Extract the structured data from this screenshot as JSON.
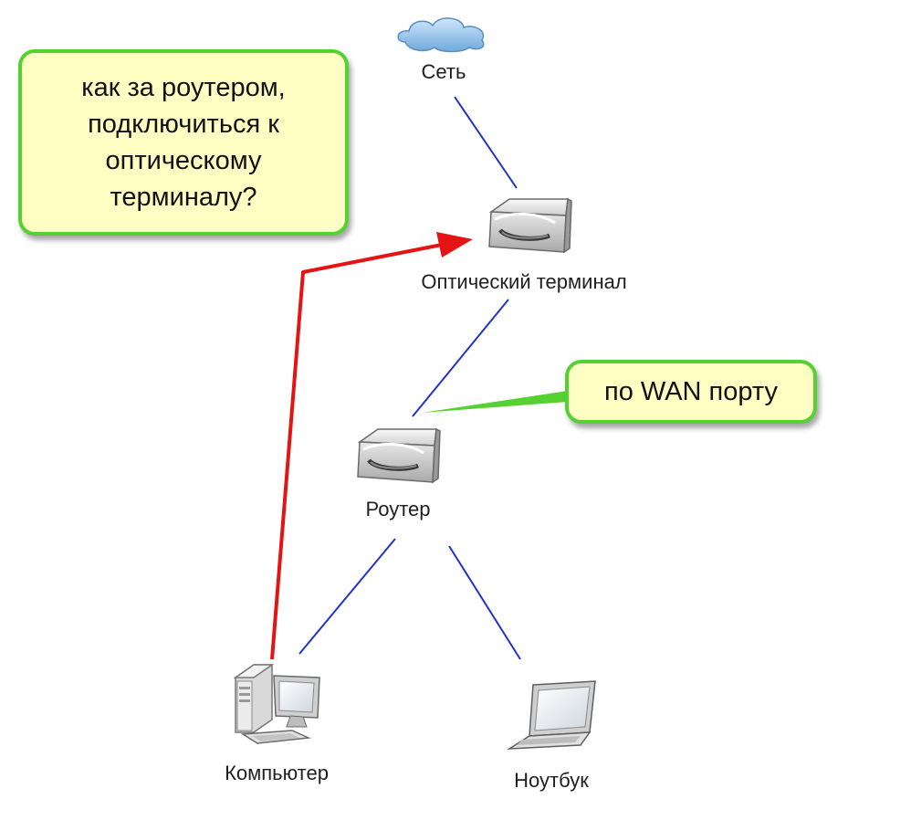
{
  "nodes": {
    "internet": {
      "label": "Сеть",
      "icon": "cloud-icon"
    },
    "optical_terminal": {
      "label": "Оптический терминал",
      "icon": "network-device-icon"
    },
    "router": {
      "label": "Роутер",
      "icon": "network-device-icon"
    },
    "computer": {
      "label": "Компьютер",
      "icon": "desktop-computer-icon"
    },
    "laptop": {
      "label": "Ноутбук",
      "icon": "laptop-icon"
    }
  },
  "callouts": {
    "question": "как за роутером,\nподключиться к\nоптическому\nтерминалу?",
    "wan_port": "по WAN порту"
  },
  "colors": {
    "link_line": "#1f33c8",
    "red_arrow": "#e41414",
    "callout_border": "#55d232",
    "callout_fill": "#ffffc4",
    "cloud": "#8fc3ef"
  }
}
